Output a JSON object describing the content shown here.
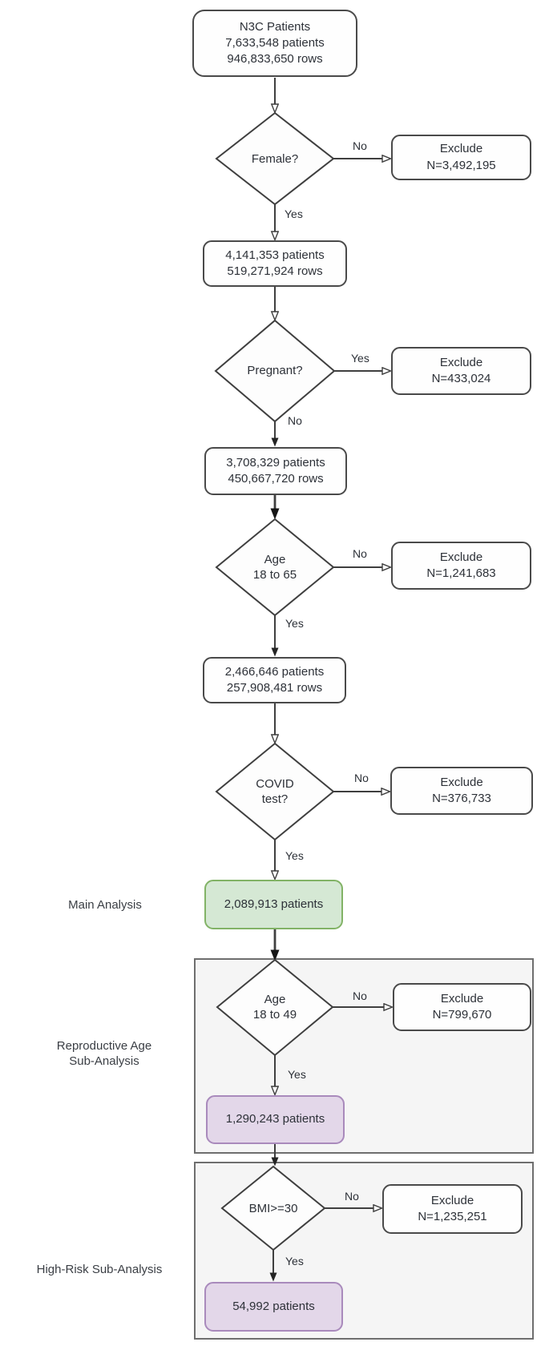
{
  "diagram": {
    "title_hint": "N3C patient selection flowchart",
    "nodes": {
      "start": {
        "lines": [
          "N3C Patients",
          "7,633,548 patients",
          "946,833,650 rows"
        ]
      },
      "d_female": {
        "label": "Female?"
      },
      "ex_female": {
        "lines": [
          "Exclude",
          "N=3,492,195"
        ]
      },
      "b_after_female": {
        "lines": [
          "4,141,353 patients",
          "519,271,924 rows"
        ]
      },
      "d_pregnant": {
        "label": "Pregnant?"
      },
      "ex_pregnant": {
        "lines": [
          "Exclude",
          "N=433,024"
        ]
      },
      "b_after_pregnant": {
        "lines": [
          "3,708,329 patients",
          "450,667,720 rows"
        ]
      },
      "d_age65": {
        "lines": [
          "Age",
          "18 to 65"
        ]
      },
      "ex_age65": {
        "lines": [
          "Exclude",
          "N=1,241,683"
        ]
      },
      "b_after_age65": {
        "lines": [
          "2,466,646 patients",
          "257,908,481 rows"
        ]
      },
      "d_covid": {
        "lines": [
          "COVID",
          "test?"
        ]
      },
      "ex_covid": {
        "lines": [
          "Exclude",
          "N=376,733"
        ]
      },
      "main_cohort": {
        "label": "2,089,913 patients"
      },
      "d_age49": {
        "lines": [
          "Age",
          "18 to 49"
        ]
      },
      "ex_age49": {
        "lines": [
          "Exclude",
          "N=799,670"
        ]
      },
      "repro_cohort": {
        "label": "1,290,243 patients"
      },
      "d_bmi": {
        "label": "BMI>=30"
      },
      "ex_bmi": {
        "lines": [
          "Exclude",
          "N=1,235,251"
        ]
      },
      "highrisk_cohort": {
        "label": "54,992 patients"
      }
    },
    "edge_labels": {
      "female_no": "No",
      "female_yes": "Yes",
      "pregnant_yes": "Yes",
      "pregnant_no": "No",
      "age65_no": "No",
      "age65_yes": "Yes",
      "covid_no": "No",
      "covid_yes": "Yes",
      "age49_no": "No",
      "age49_yes": "Yes",
      "bmi_no": "No",
      "bmi_yes": "Yes"
    },
    "side_labels": {
      "main": "Main Analysis",
      "repro_line1": "Reproductive Age",
      "repro_line2": "Sub-Analysis",
      "highrisk": "High-Risk Sub-Analysis"
    },
    "colors": {
      "main_cohort_fill": "#d5e8d4",
      "main_cohort_border": "#82b366",
      "sub_cohort_fill": "#e3d7e9",
      "sub_cohort_border": "#a98abc",
      "container_fill": "#f5f5f5",
      "line": "#3f3f3f"
    }
  }
}
